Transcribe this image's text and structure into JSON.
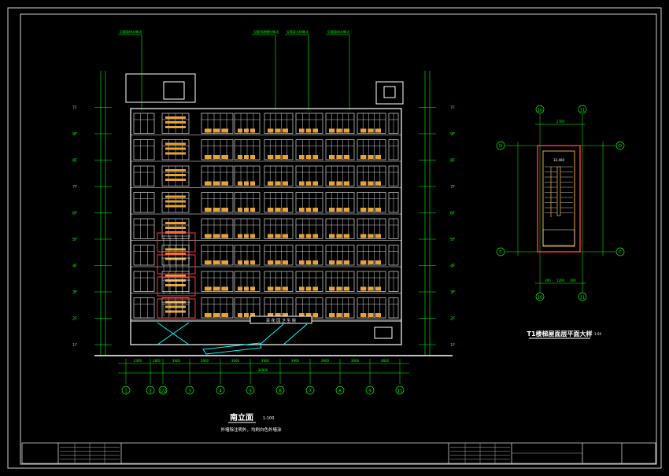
{
  "colors": {
    "background": "#000000",
    "building_line": "#ffffff",
    "dimension": "#00ff00",
    "axis_bubble": "#00ff00",
    "leader": "#00ff00",
    "level_mark": "#00ffff",
    "window_frame": "#ffffff",
    "balcony_infill": "#e6a33a",
    "stair_rail": "#ff3333",
    "entrance": "#00ffff"
  },
  "elevation": {
    "title": "南立面",
    "scale": "1:100",
    "note": "外墙除注明外，均刷白色外墙涂",
    "signage": "百 花 园 卫 生 院",
    "floor_labels": [
      "1F",
      "2F",
      "3F",
      "4F",
      "5F",
      "6F",
      "7F",
      "8F",
      "9F",
      "TF"
    ],
    "axis_bubbles": [
      "1",
      "2",
      "1/2",
      "3",
      "4",
      "5",
      "6",
      "7",
      "8",
      "9",
      "11"
    ],
    "bottom_dims": [
      "2400",
      "1800",
      "3600",
      "3900",
      "3600",
      "3900",
      "3900",
      "3900",
      "3600",
      "4800"
    ],
    "total_dim": "36900",
    "leaders": [
      "见屋面排水做法",
      "见屋顶避雷针做法",
      "见墙身大样做法",
      "见屋面排水做法"
    ]
  },
  "stair_plan": {
    "title": "T1楼梯屋面层平面大样",
    "scale": "1:50",
    "axis_top": [
      "10",
      "11"
    ],
    "axis_bottom": [
      "10",
      "11"
    ],
    "axis_side": [
      "D",
      "C"
    ],
    "dims_top": [
      "2700"
    ],
    "dims_bottom": [
      "300",
      "1200",
      "300"
    ],
    "level": "33.400"
  },
  "title_block": {
    "cells": [
      "",
      "",
      "",
      "",
      "",
      ""
    ]
  }
}
